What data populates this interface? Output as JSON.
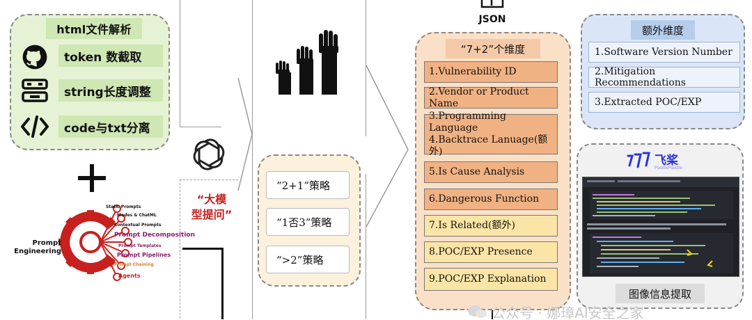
{
  "left_panel": {
    "title": "html文件解析",
    "items": [
      {
        "label": "token 数截取",
        "icon": "github-icon"
      },
      {
        "label": "string长度调整",
        "icon": "resize-icon"
      },
      {
        "label": "code与txt分离",
        "icon": "code-icon"
      }
    ]
  },
  "plus_symbol": "+",
  "prompt_engineering": {
    "center_label": "Prompt\nEngineering",
    "branches": [
      {
        "label": "Static Prompts",
        "color": "#c8201e"
      },
      {
        "label": "Modes & ChatML",
        "color": "#8a1c6e"
      },
      {
        "label": "Contextual Prompts",
        "color": "#c8201e"
      },
      {
        "label": "Prompt Decomposition",
        "color": "#8a1c6e"
      },
      {
        "label": "Prompt Templates",
        "color": "#8a1c6e"
      },
      {
        "label": "Prompt Pipelines",
        "color": "#8a1c6e"
      },
      {
        "label": "Prompt Chaining",
        "color": "#e07b1a"
      },
      {
        "label": "Agents",
        "color": "#c8201e"
      }
    ]
  },
  "llm_prompt_label": "“大模\n型提问”",
  "strategies": [
    {
      "label": "“2+1”策略"
    },
    {
      "label": "“1否3”策略"
    },
    {
      "label": "“>2”策略"
    }
  ],
  "json_label": "JSON",
  "dims_panel": {
    "title": "“7+2”个维度",
    "items": [
      {
        "lines": [
          "1.Vulnerability ID"
        ],
        "tone": "orange"
      },
      {
        "lines": [
          "2.Vendor or Product Name"
        ],
        "tone": "orange"
      },
      {
        "lines": [
          "3.Programming Language",
          "4.Backtrace Lanuage(额外)"
        ],
        "tone": "orange"
      },
      {
        "lines": [
          "5.Is Cause Analysis"
        ],
        "tone": "orange"
      },
      {
        "lines": [
          "6.Dangerous Function"
        ],
        "tone": "orange"
      },
      {
        "lines": [
          "7.Is Related(额外)"
        ],
        "tone": "yellow"
      },
      {
        "lines": [
          "8.POC/EXP Presence"
        ],
        "tone": "yellow"
      },
      {
        "lines": [
          "9.POC/EXP Explanation"
        ],
        "tone": "yellow"
      }
    ]
  },
  "extra_panel": {
    "title": "额外维度",
    "items": [
      "1.Software Version Number",
      "2.Mitigation Recommendations",
      "3.Extracted POC/EXP"
    ]
  },
  "image_panel": {
    "logo_text": "飞桨",
    "logo_subtext": "PaddlePaddle",
    "caption": "图像信息提取"
  },
  "watermark": "公众号 · 娜璋AI安全之家",
  "colors": {
    "green_panel": "#e5f2d3",
    "orange_item": "#f1b283",
    "yellow_item": "#fbe5a6",
    "blue_panel": "#dae6f7",
    "accent_red": "#c8201e",
    "paddle_blue": "#2932e1"
  }
}
